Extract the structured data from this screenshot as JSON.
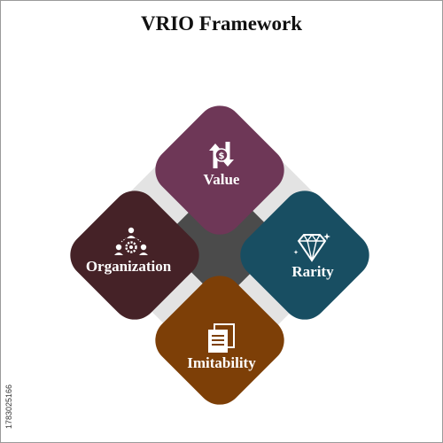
{
  "title": "VRIO Framework",
  "quadrants": {
    "value": {
      "label": "Value",
      "color": "#6e3757",
      "icon": "exchange-dollar-icon"
    },
    "organization": {
      "label": "Organization",
      "color": "#452227",
      "icon": "team-network-icon"
    },
    "rarity": {
      "label": "Rarity",
      "color": "#184e62",
      "icon": "diamond-icon"
    },
    "imitability": {
      "label": "Imitability",
      "color": "#7d3f07",
      "icon": "copy-documents-icon"
    }
  },
  "stock_id": "1783025166"
}
